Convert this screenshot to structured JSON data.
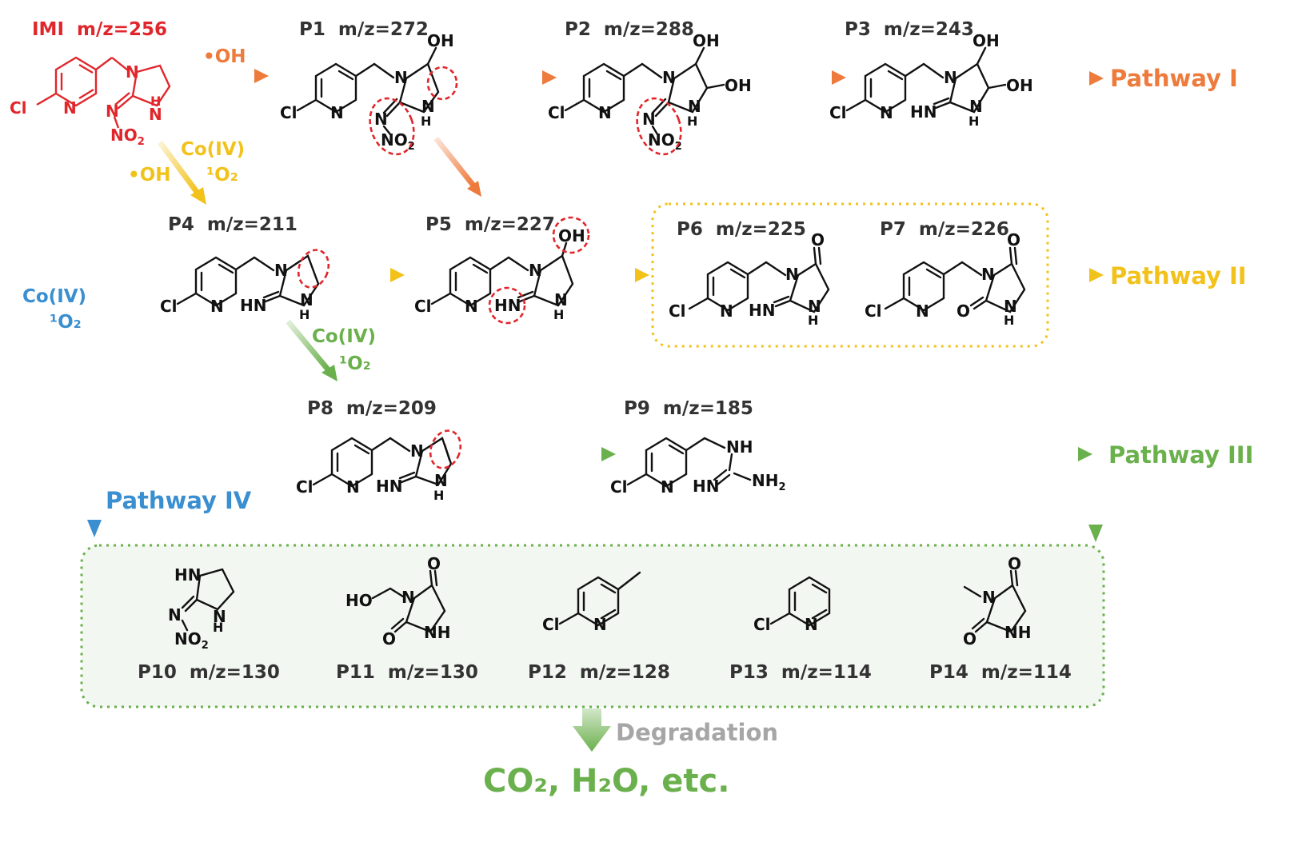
{
  "colors": {
    "red": "#e0262b",
    "orange": "#ee7a3c",
    "yellow": "#f2c21b",
    "green": "#6ab04c",
    "blue": "#3a8fd0",
    "gray": "#a6a6a6",
    "label": "#333333"
  },
  "compounds": {
    "imi": "IMI  m/z=256",
    "p1": "P1  m/z=272",
    "p2": "P2  m/z=288",
    "p3": "P3  m/z=243",
    "p4": "P4  m/z=211",
    "p5": "P5  m/z=227",
    "p6": "P6  m/z=225",
    "p7": "P7  m/z=226",
    "p8": "P8  m/z=209",
    "p9": "P9  m/z=185",
    "p10": "P10  m/z=130",
    "p11": "P11  m/z=130",
    "p12": "P12  m/z=128",
    "p13": "P13  m/z=114",
    "p14": "P14  m/z=114"
  },
  "pathways": {
    "I": "Pathway I",
    "II": "Pathway II",
    "III": "Pathway III",
    "IV": "Pathway IV"
  },
  "reagents": {
    "oh": "•OH",
    "co4": "Co(IV)",
    "singlet_o2": "¹O₂"
  },
  "final": {
    "degradation": "Degradation",
    "products": "CO₂, H₂O, etc."
  }
}
